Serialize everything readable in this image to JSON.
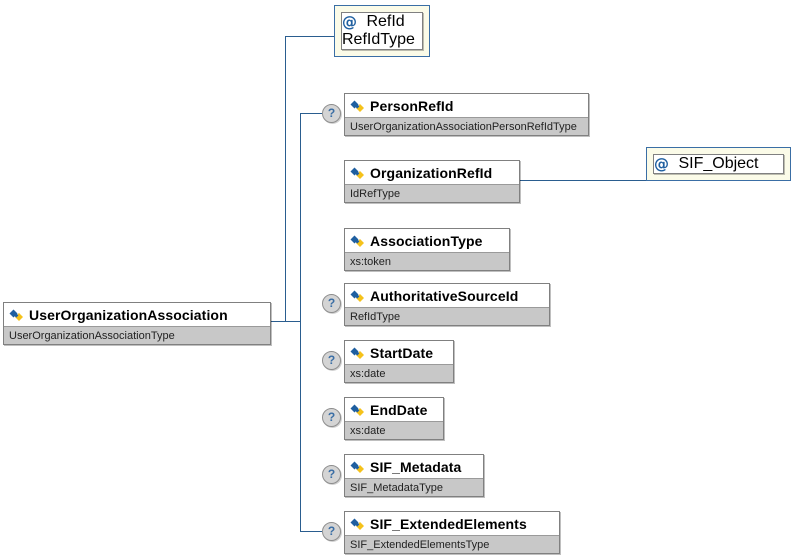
{
  "diagram": {
    "kind": "xml-schema-element-diagram",
    "root": {
      "name": "UserOrganizationAssociation",
      "type": "UserOrganizationAssociationType",
      "icon": "element-icon",
      "optional": false
    },
    "children": [
      {
        "name": "RefId",
        "type": "RefIdType",
        "icon": "attribute-icon",
        "node_kind": "attribute",
        "optional": false
      },
      {
        "name": "PersonRefId",
        "type": "UserOrganizationAssociationPersonRefIdType",
        "icon": "element-icon",
        "node_kind": "element",
        "optional": true
      },
      {
        "name": "OrganizationRefId",
        "type": "IdRefType",
        "icon": "element-icon",
        "node_kind": "element",
        "optional": false
      },
      {
        "name": "AssociationType",
        "type": "xs:token",
        "icon": "element-icon",
        "node_kind": "element",
        "optional": false
      },
      {
        "name": "AuthoritativeSourceId",
        "type": "RefIdType",
        "icon": "element-icon",
        "node_kind": "element",
        "optional": true
      },
      {
        "name": "StartDate",
        "type": "xs:date",
        "icon": "element-icon",
        "node_kind": "element",
        "optional": true
      },
      {
        "name": "EndDate",
        "type": "xs:date",
        "icon": "element-icon",
        "node_kind": "element",
        "optional": true
      },
      {
        "name": "SIF_Metadata",
        "type": "SIF_MetadataType",
        "icon": "element-icon",
        "node_kind": "element",
        "optional": true
      },
      {
        "name": "SIF_ExtendedElements",
        "type": "SIF_ExtendedElementsType",
        "icon": "element-icon",
        "node_kind": "element",
        "optional": true
      }
    ],
    "linked": {
      "name": "SIF_Object",
      "type": "",
      "icon": "attribute-icon",
      "node_kind": "attribute",
      "optional": false
    },
    "optional_marker": "?",
    "attribute_glyph": "@",
    "colors": {
      "line": "#2a5d8f",
      "attribute_border": "#3a6ea5",
      "attribute_fill": "#fbfbe8",
      "box_border": "#808080",
      "name_row_fill": "#ffffff",
      "type_row_fill": "#c8c8c8",
      "optional_marker_fill": "#d4d4d4",
      "icon_blue": "#1f5fa0",
      "icon_yellow": "#f5c21b",
      "background": "#ffffff"
    }
  }
}
